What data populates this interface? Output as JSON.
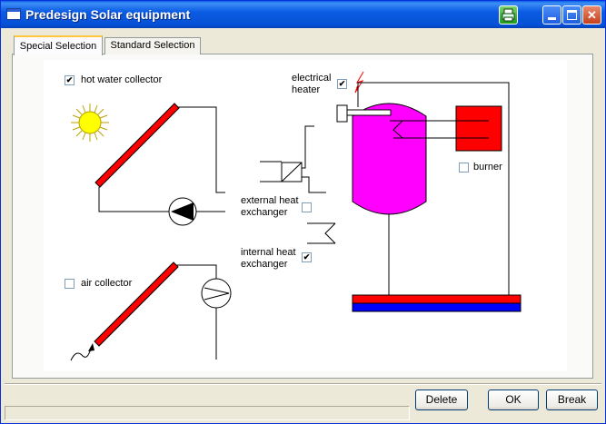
{
  "window": {
    "title": "Predesign Solar equipment"
  },
  "tabs": [
    {
      "label": "Special Selection",
      "active": true
    },
    {
      "label": "Standard Selection",
      "active": false
    }
  ],
  "options": {
    "hot_water_collector": {
      "label": "hot water collector",
      "checked": true
    },
    "electrical_heater": {
      "label_line1": "electrical",
      "label_line2": "heater",
      "checked": true
    },
    "burner": {
      "label": "burner",
      "checked": false
    },
    "external_heat_exchanger": {
      "label_line1": "external heat",
      "label_line2": "exchanger",
      "checked": false
    },
    "internal_heat_exchanger": {
      "label_line1": "internal heat",
      "label_line2": "exchanger",
      "checked": true
    },
    "air_collector": {
      "label": "air collector",
      "checked": false
    }
  },
  "buttons": {
    "delete": "Delete",
    "ok": "OK",
    "break": "Break"
  },
  "colors": {
    "storage_tank": "#ff00ff",
    "collector": "#ff0000",
    "burner": "#ff0000",
    "hot_line": "#ff0000",
    "cold_line": "#0000ff",
    "sun": "#ffff00"
  },
  "icons": [
    "app-icon",
    "printer-icon",
    "minimize-icon",
    "maximize-icon",
    "close-icon",
    "sun-icon",
    "pump-icon",
    "fan-icon",
    "lightning-icon",
    "air-flow-arrow-icon"
  ]
}
